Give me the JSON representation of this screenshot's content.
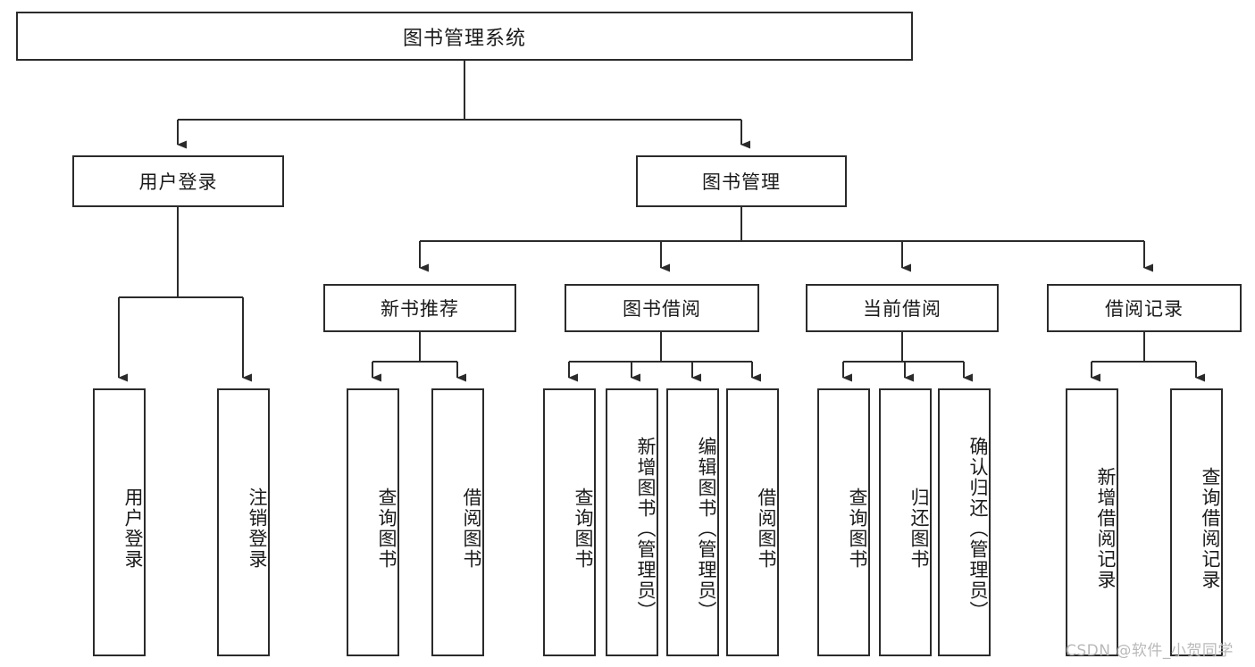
{
  "diagram": {
    "title": "图书管理系统",
    "type": "tree-hierarchy",
    "watermark": "CSDN @软件_小贺同学",
    "colors": {
      "background": "#ffffff",
      "node_border": "#2b2b2b",
      "node_fill": "#ffffff",
      "connector": "#2b2b2b",
      "text": "#1a1a1a",
      "watermark": "#b9b9b9"
    },
    "levels": {
      "level1": "root",
      "level2": "modules",
      "level3": "sub-modules",
      "level4": "operations"
    },
    "root": {
      "label": "图书管理系统",
      "orientation": "horizontal"
    },
    "level2_nodes": [
      {
        "id": "user-login",
        "label": "用户登录",
        "orientation": "horizontal"
      },
      {
        "id": "book-management",
        "label": "图书管理",
        "orientation": "horizontal"
      }
    ],
    "level3_nodes": [
      {
        "id": "new-book-recommend",
        "label": "新书推荐",
        "orientation": "horizontal",
        "parent": "book-management"
      },
      {
        "id": "book-borrow",
        "label": "图书借阅",
        "orientation": "horizontal",
        "parent": "book-management"
      },
      {
        "id": "current-borrow",
        "label": "当前借阅",
        "orientation": "horizontal",
        "parent": "book-management"
      },
      {
        "id": "borrow-record",
        "label": "借阅记录",
        "orientation": "horizontal",
        "parent": "book-management"
      }
    ],
    "leaf_nodes": [
      {
        "id": "leaf-user-login",
        "label": "用户登录",
        "orientation": "vertical",
        "parent": "user-login"
      },
      {
        "id": "leaf-logout-login",
        "label": "注销登录",
        "orientation": "vertical",
        "parent": "user-login"
      },
      {
        "id": "leaf-query-book-1",
        "label": "查询图书",
        "orientation": "vertical",
        "parent": "new-book-recommend"
      },
      {
        "id": "leaf-borrow-book-1",
        "label": "借阅图书",
        "orientation": "vertical",
        "parent": "new-book-recommend"
      },
      {
        "id": "leaf-query-book-2",
        "label": "查询图书",
        "orientation": "vertical",
        "parent": "book-borrow"
      },
      {
        "id": "leaf-add-book",
        "label": "新增图书（管理员）",
        "orientation": "vertical",
        "parent": "book-borrow"
      },
      {
        "id": "leaf-edit-book",
        "label": "编辑图书（管理员）",
        "orientation": "vertical",
        "parent": "book-borrow"
      },
      {
        "id": "leaf-borrow-book-2",
        "label": "借阅图书",
        "orientation": "vertical",
        "parent": "book-borrow"
      },
      {
        "id": "leaf-query-book-3",
        "label": "查询图书",
        "orientation": "vertical",
        "parent": "current-borrow"
      },
      {
        "id": "leaf-return-book",
        "label": "归还图书",
        "orientation": "vertical",
        "parent": "current-borrow"
      },
      {
        "id": "leaf-confirm-return",
        "label": "确认归还（管理员）",
        "orientation": "vertical",
        "parent": "current-borrow"
      },
      {
        "id": "leaf-add-record",
        "label": "新增借阅记录",
        "orientation": "vertical",
        "parent": "borrow-record"
      },
      {
        "id": "leaf-query-record",
        "label": "查询借阅记录",
        "orientation": "vertical",
        "parent": "borrow-record"
      }
    ]
  }
}
